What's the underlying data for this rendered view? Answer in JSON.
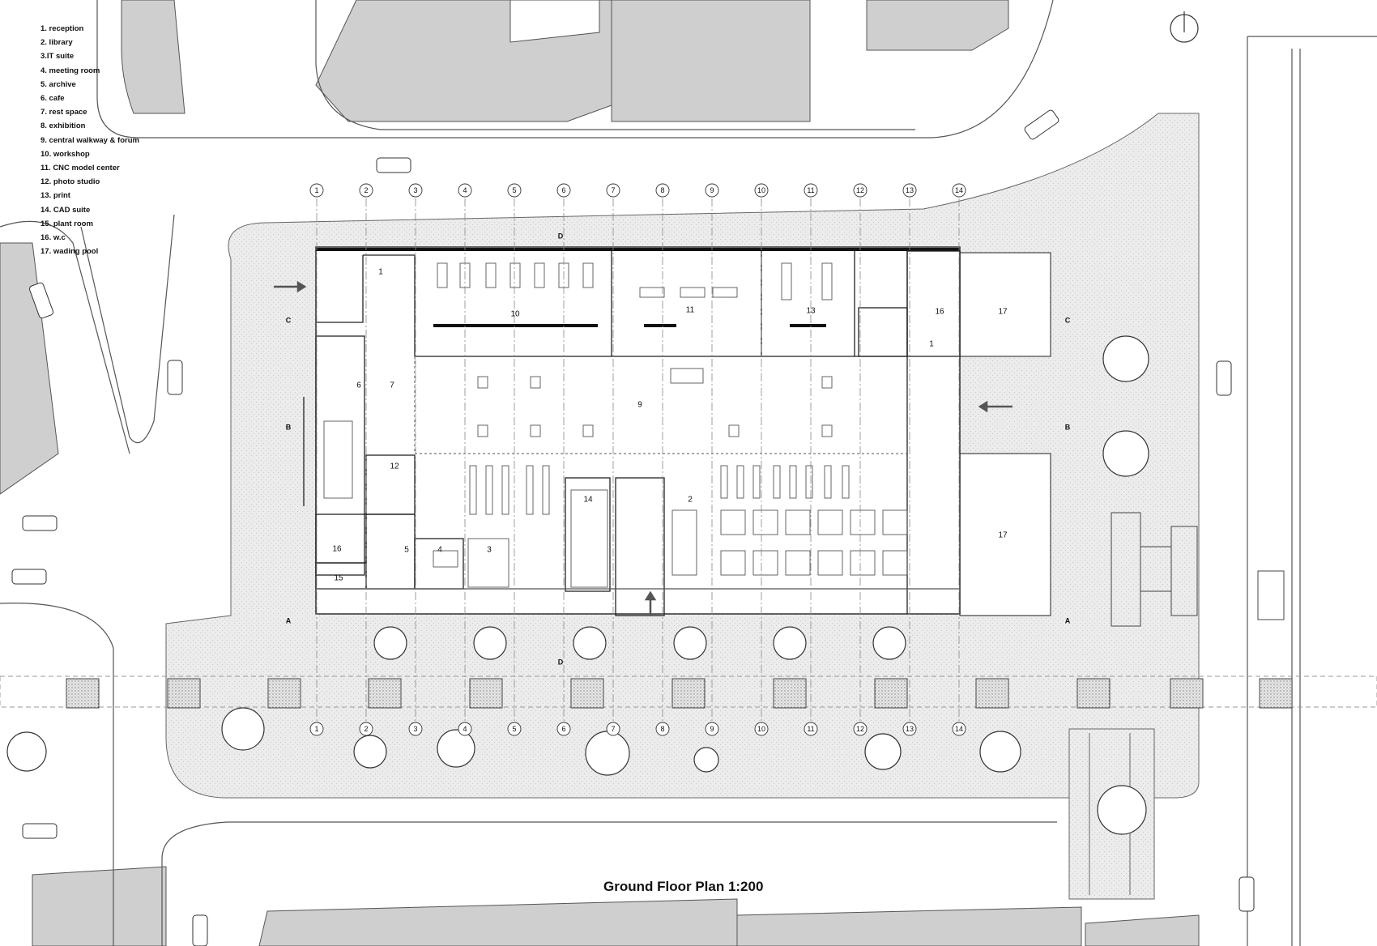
{
  "legend": [
    "1. reception",
    "2. library",
    "3.IT suite",
    "4. meeting room",
    "5. archive",
    "6. cafe",
    "7. rest space",
    "8. exhibition",
    "9. central walkway & forum",
    "10. workshop",
    "11. CNC model center",
    "12. photo studio",
    "13. print",
    "14. CAD suite",
    "15. plant room",
    "16. w.c",
    "17. wading pool"
  ],
  "title": "Ground Floor Plan 1:200",
  "grid_labels": [
    "1",
    "2",
    "3",
    "4",
    "5",
    "6",
    "7",
    "8",
    "9",
    "10",
    "11",
    "12",
    "13",
    "14"
  ],
  "section_marks": {
    "a": "A",
    "b": "B",
    "c": "C",
    "d": "D"
  },
  "rooms": {
    "reception_west": "1",
    "reception_east": "1",
    "library": "2",
    "it_suite": "3",
    "meeting_room": "4",
    "archive": "5",
    "cafe": "6",
    "rest_space": "7",
    "central_walkway": "9",
    "workshop": "10",
    "cnc_center": "11",
    "photo_studio": "12",
    "print": "13",
    "cad_suite": "14",
    "plant_room": "15",
    "wc_west": "16",
    "wc_east": "16",
    "pool_north": "17",
    "pool_south": "17"
  },
  "colors": {
    "building_gray": "#cfcfcf",
    "paving": "#e9e9e9",
    "line": "#222222"
  }
}
